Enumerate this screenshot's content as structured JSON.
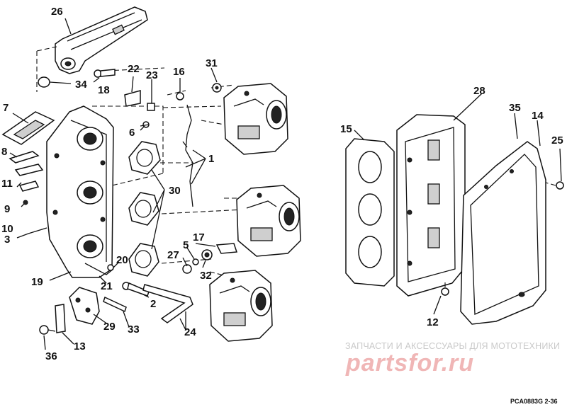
{
  "diagram": {
    "part_numbers": [
      "1",
      "2",
      "3",
      "5",
      "6",
      "7",
      "8",
      "9",
      "10",
      "11",
      "12",
      "13",
      "14",
      "15",
      "16",
      "17",
      "18",
      "19",
      "20",
      "21",
      "22",
      "23",
      "24",
      "25",
      "26",
      "27",
      "28",
      "29",
      "30",
      "31",
      "32",
      "33",
      "34",
      "35",
      "36"
    ]
  },
  "watermark": {
    "caption": "ЗАПЧАСТИ И АКСЕССУАРЫ ДЛЯ МОТОТЕХНИКИ",
    "logo": "PARTSFOR.RU"
  },
  "footer": {
    "drawing_code": "PCA0883G   2-36"
  }
}
